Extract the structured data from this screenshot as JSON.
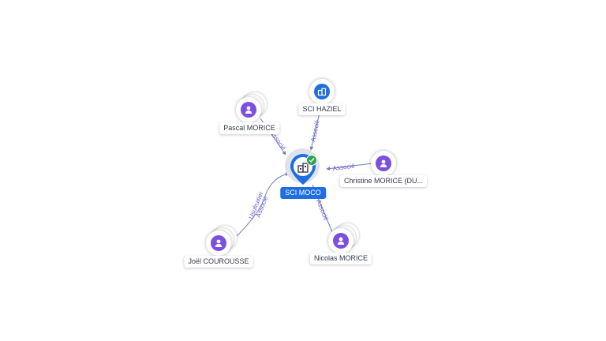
{
  "graph": {
    "center": {
      "label": "SCI MOCO",
      "icon": "building-icon",
      "status_icon": "check-badge-icon"
    },
    "nodes": {
      "sci_haziel": {
        "label": "SCI HAZIEL",
        "type": "company",
        "icon": "building-icon"
      },
      "pascal_morice": {
        "label": "Pascal MORICE",
        "type": "person",
        "icon": "person-icon"
      },
      "christine_morice": {
        "label": "Christine MORICE (DU...",
        "type": "person",
        "icon": "person-icon"
      },
      "joel_courousse": {
        "label": "Joël COUROUSSE",
        "type": "person",
        "icon": "person-icon"
      },
      "nicolas_morice": {
        "label": "Nicolas MORICE",
        "type": "person",
        "icon": "person-icon"
      }
    },
    "edges": {
      "sci_haziel": {
        "label": "Associé"
      },
      "pascal_morice": {
        "label": "Associé"
      },
      "christine_morice": {
        "label": "Associé"
      },
      "joel_courousse": {
        "label_1": "Usufruitier",
        "label_2": "Associé"
      },
      "nicolas_morice": {
        "label": "Associé"
      }
    },
    "colors": {
      "person": "#7b4fe0",
      "company": "#1f6fe0",
      "edge": "#6f7fb8",
      "edge_label": "#6a5ad2",
      "status_ok": "#2ea44f"
    }
  }
}
